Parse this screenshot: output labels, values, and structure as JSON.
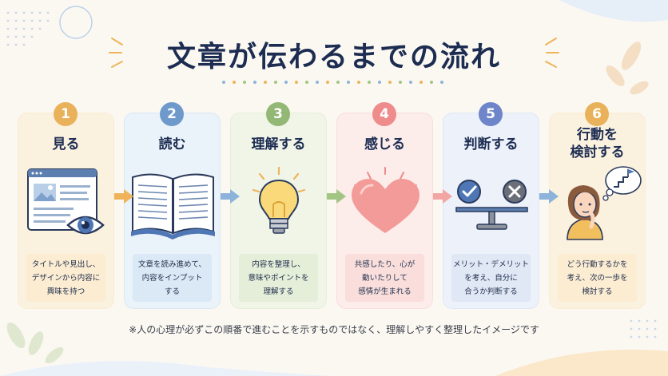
{
  "title": "文章が伝わるまでの流れ",
  "steps": [
    {
      "number": "1",
      "title": "見る",
      "desc": [
        "タイトルや見出し、",
        "デザインから内容に",
        "興味を持つ"
      ],
      "icon": "browser-eye-icon",
      "color": "#e9b25a",
      "bg": "#fbf1df",
      "desc_bg": "#fbecd2"
    },
    {
      "number": "2",
      "title": "読む",
      "desc": [
        "文章を読み進めて、",
        "内容をインプット",
        "する"
      ],
      "icon": "open-book-icon",
      "color": "#6e9acb",
      "bg": "#eaf2fa",
      "desc_bg": "#dbe8f5"
    },
    {
      "number": "3",
      "title": "理解する",
      "desc": [
        "内容を整理し、",
        "意味やポイントを",
        "理解する"
      ],
      "icon": "light-bulb-icon",
      "color": "#93b774",
      "bg": "#f0f5e8",
      "desc_bg": "#e5eed9"
    },
    {
      "number": "4",
      "title": "感じる",
      "desc": [
        "共感したり、心が",
        "動いたりして",
        "感情が生まれる"
      ],
      "icon": "heart-icon",
      "color": "#ee8b8b",
      "bg": "#fcecea",
      "desc_bg": "#f9dedc"
    },
    {
      "number": "5",
      "title": "判断する",
      "desc": [
        "メリット・デメリット",
        "を考え、自分に",
        "合うか判断する"
      ],
      "icon": "balance-scale-icon",
      "color": "#6e86c9",
      "bg": "#edf1fa",
      "desc_bg": "#e0e7f5"
    },
    {
      "number": "6",
      "title": [
        "行動を",
        "検討する"
      ],
      "desc": [
        "どう行動するかを",
        "考え、次の一歩を",
        "検討する"
      ],
      "icon": "thinking-woman-icon",
      "color": "#e9b25a",
      "bg": "#fbf1df",
      "desc_bg": "#fbecd2"
    }
  ],
  "footnote": "※人の心理が必ずこの順番で進むことを示すものではなく、理解しやすく整理したイメージです",
  "arrow_colors": [
    "#efb45a",
    "#8eb3da",
    "#a3c584",
    "#f2a6a3",
    "#8eb3da"
  ]
}
